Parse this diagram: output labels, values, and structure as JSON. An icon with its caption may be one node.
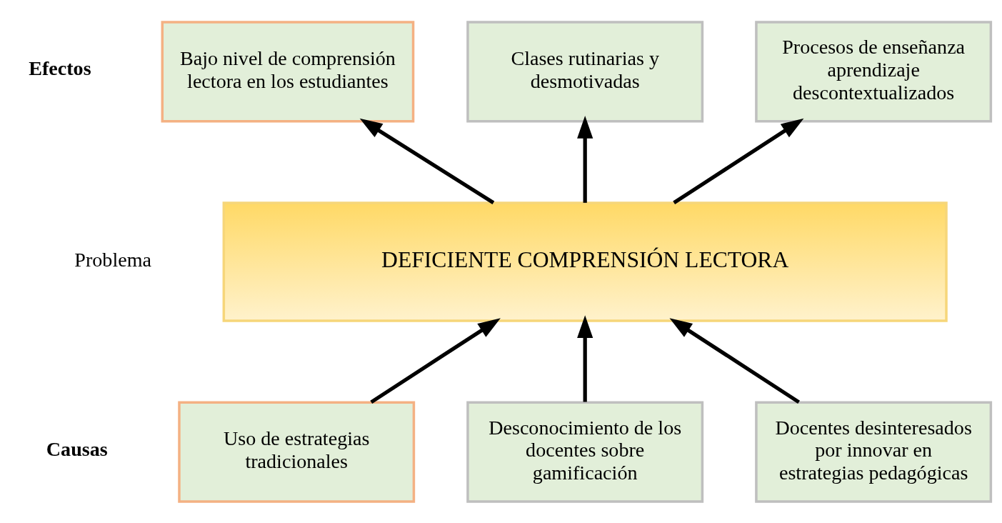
{
  "diagram": {
    "nodes": [
      {
        "text": [
          "Bajo nivel de comprensión lectora en los estudiantes"
        ]
      },
      {
        "text": [
          "Clases rutinarias y desmotivadas"
        ]
      },
      {
        "text": [
          "Procesos de enseñanza aprendizaje descontextualizados"
        ]
      },
      {
        "text": [
          "DEFICIENTE COMPRENSIÓN LECTORA"
        ]
      },
      {
        "text": [
          "Uso de estrategias tradicionales"
        ]
      },
      {
        "text": [
          "Desconocimiento de los docentes sobre gamificación"
        ]
      },
      {
        "text": [
          "Docentes desinteresados por innovar en estrategias pedagógicas"
        ]
      }
    ],
    "edges": [
      {
        "from": 3,
        "to": 0,
        "arrow": "to"
      },
      {
        "from": 3,
        "to": 1,
        "arrow": "to"
      },
      {
        "from": 3,
        "to": 2,
        "arrow": "to"
      },
      {
        "from": 4,
        "to": 3,
        "arrow": "to"
      },
      {
        "from": 5,
        "to": 3,
        "arrow": "to"
      },
      {
        "from": 6,
        "to": 3,
        "arrow": "to"
      }
    ],
    "labels": [
      "Efectos",
      "Problema",
      "Causas"
    ]
  }
}
